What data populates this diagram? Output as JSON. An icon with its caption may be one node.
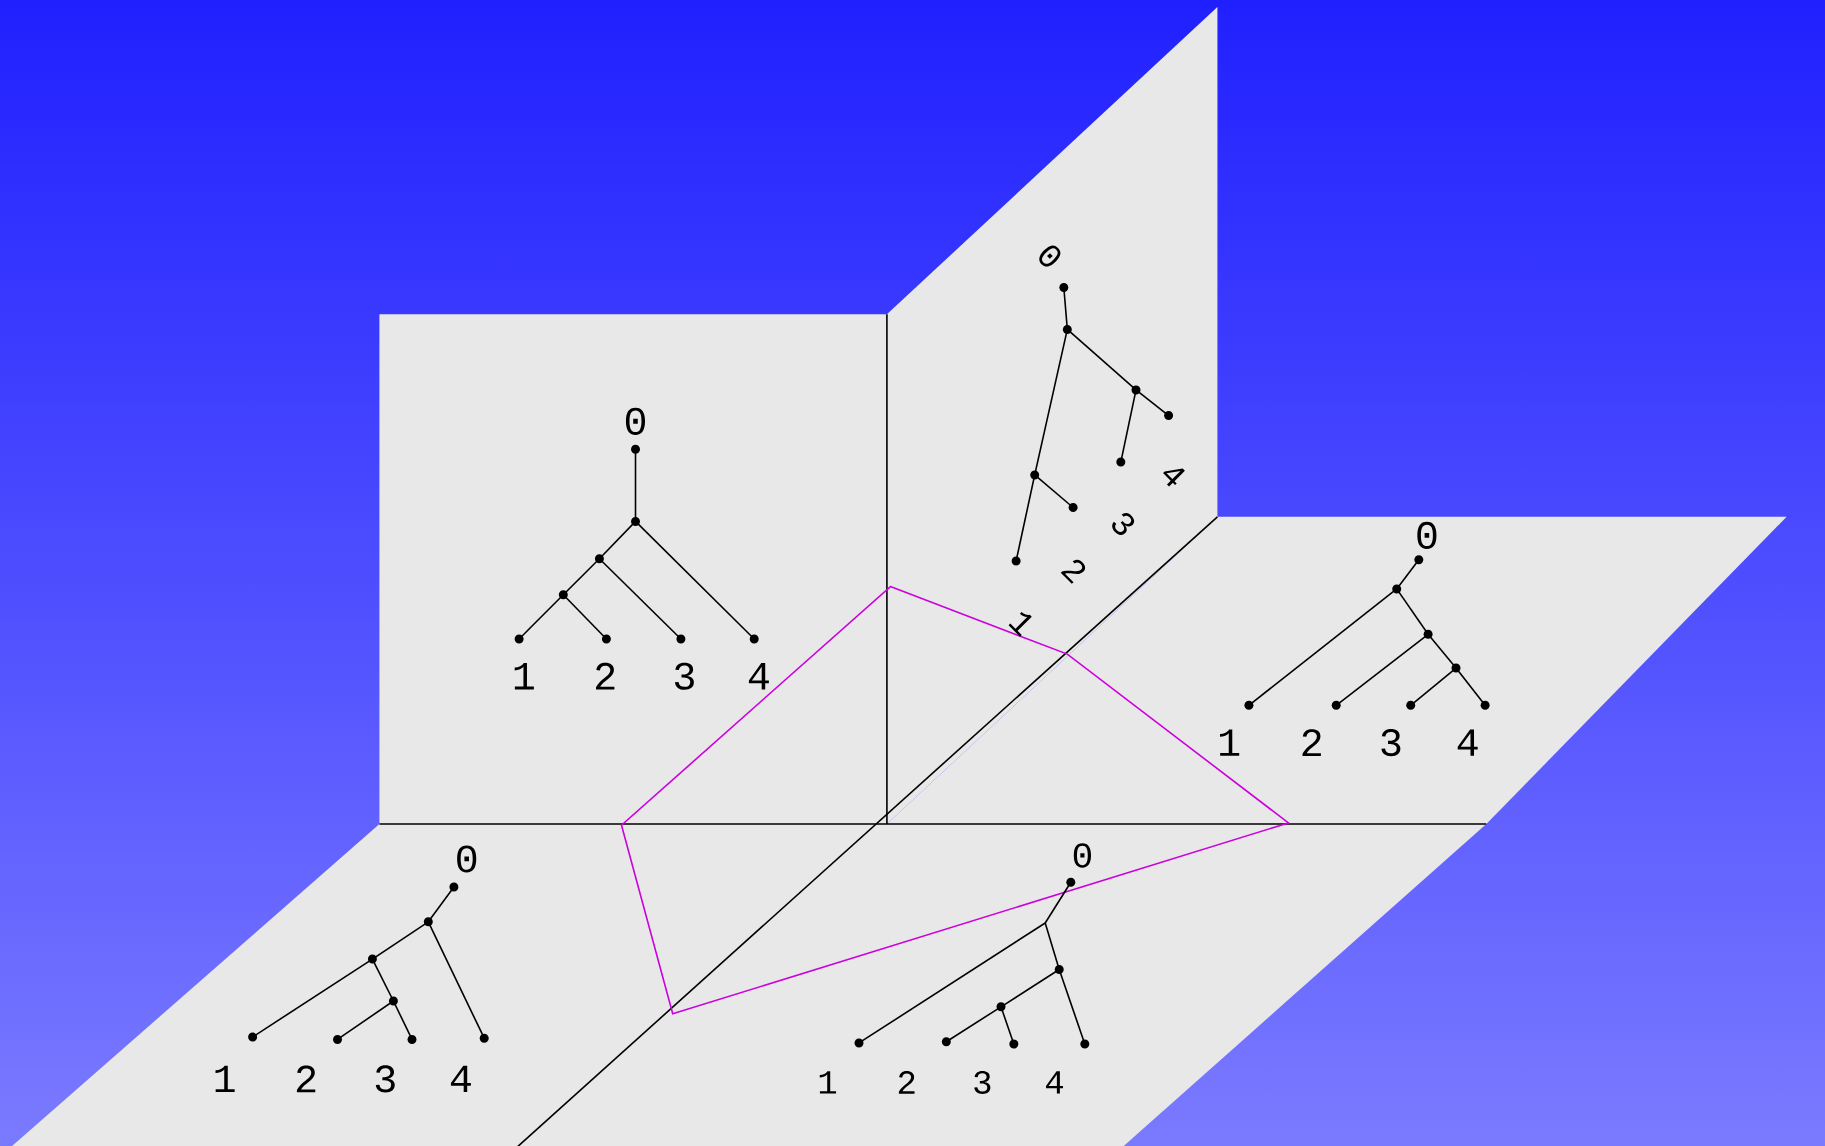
{
  "diagram": {
    "labels": [
      "0",
      "1",
      "2",
      "3",
      "4",
      "0",
      "4",
      "3",
      "2",
      "1",
      "0",
      "1",
      "2",
      "3",
      "4",
      "0",
      "1",
      "2",
      "3",
      "4",
      "0",
      "1",
      "2",
      "3",
      "4"
    ]
  }
}
